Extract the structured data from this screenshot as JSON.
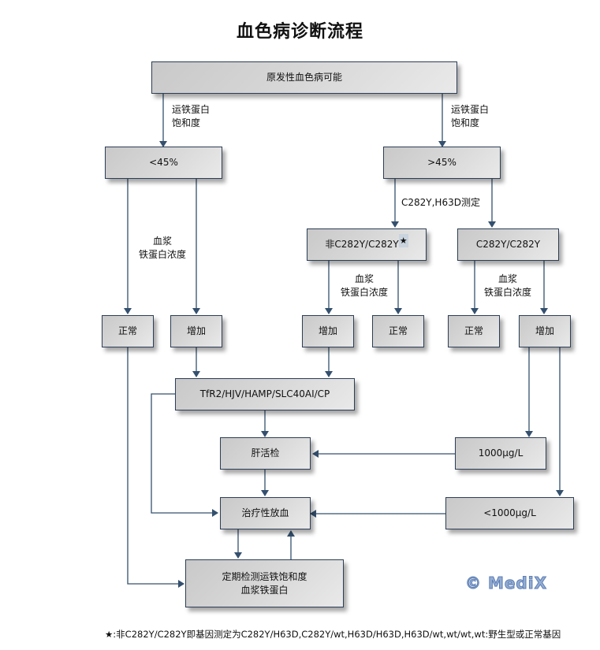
{
  "title": "血色病诊断流程",
  "nodes": {
    "root": "原发性血色病可能",
    "lt45": "<45%",
    "gt45": ">45%",
    "non_c282y": "非C282Y/C282Y",
    "non_c282y_star": "★",
    "c282y": "C282Y/C282Y",
    "lt45_normal": "正常",
    "lt45_increase": "增加",
    "non_increase": "增加",
    "non_normal": "正常",
    "c282y_normal": "正常",
    "c282y_increase": "增加",
    "genes": "TfR2/HJV/HAMP/SLC40AI/CP",
    "liver_biopsy": "肝活检",
    "ferritin_gt1000": "1000μg/L",
    "ferritin_lt1000": "<1000μg/L",
    "phlebotomy": "治疗性放血",
    "monitor_line1": "定期检测运铁饱和度",
    "monitor_line2": "血浆铁蛋白"
  },
  "edge_labels": {
    "tsat_left_line1": "运铁蛋白",
    "tsat_left_line2": "饱和度",
    "tsat_right_line1": "运铁蛋白",
    "tsat_right_line2": "饱和度",
    "genotype_test": "C282Y,H63D测定",
    "ferritin_a_line1": "血浆",
    "ferritin_a_line2": "铁蛋白浓度",
    "ferritin_b_line1": "血浆",
    "ferritin_b_line2": "铁蛋白浓度",
    "ferritin_c_line1": "血浆",
    "ferritin_c_line2": "铁蛋白浓度"
  },
  "logo": "© MediX",
  "footnote": "★:非C282Y/C282Y即基因测定为C282Y/H63D,C282Y/wt,H63D/H63D,H63D/wt,wt/wt,wt:野生型或正常基因",
  "colors": {
    "line": "#2c3e55",
    "node_border": "#2c3e55",
    "logo": "#93acd2"
  }
}
